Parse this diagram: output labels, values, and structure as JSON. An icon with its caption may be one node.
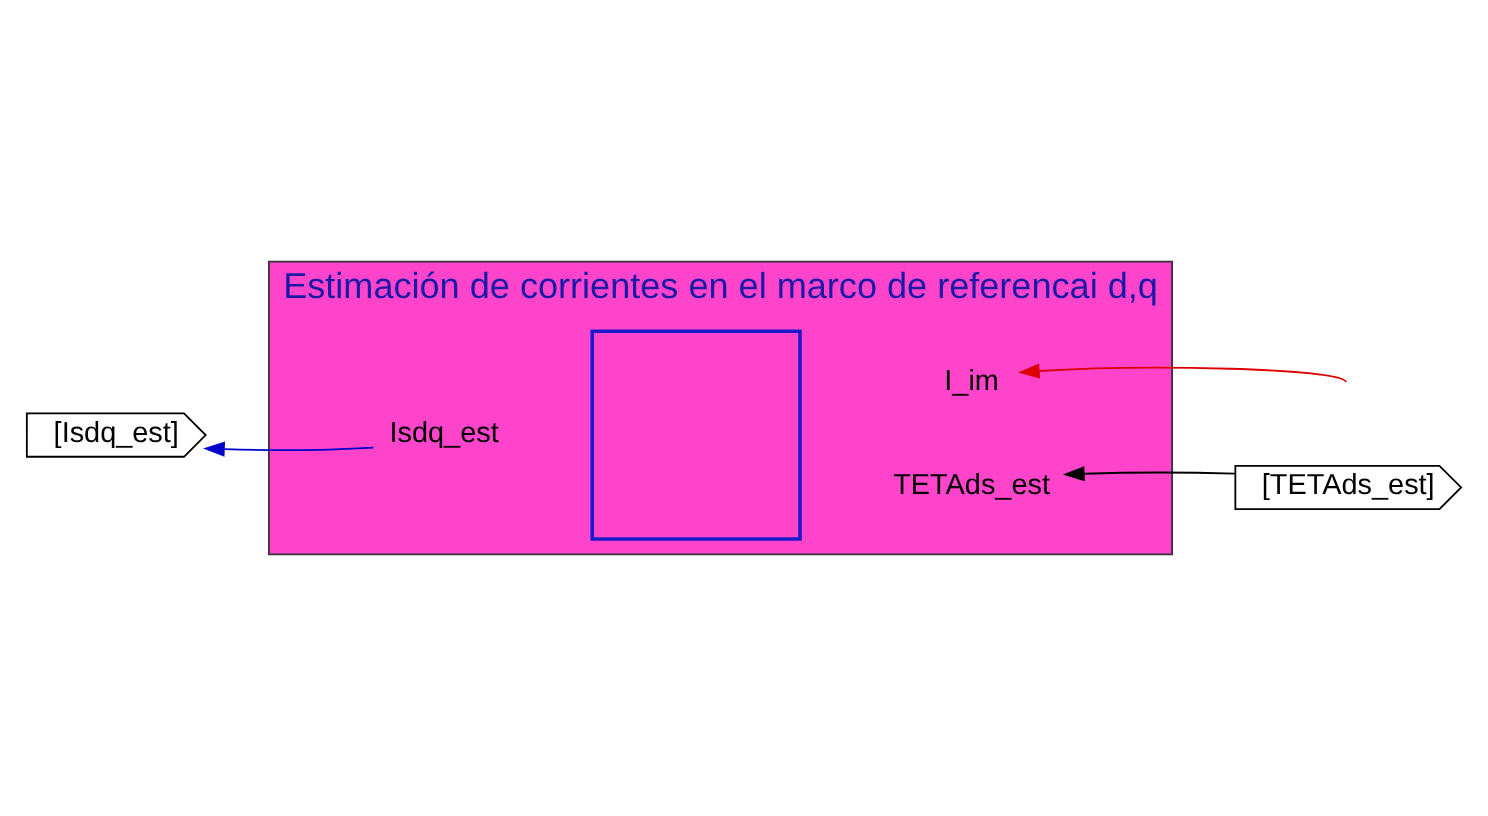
{
  "diagram": {
    "nodes": [
      {
        "text": [
          "Estimación de corrientes en el marco de referencai d,q"
        ]
      },
      {
        "text": [],
        "shape": "box",
        "in": 0
      },
      {
        "text": [
          "I_im"
        ],
        "in": 0
      },
      {
        "text": [
          "Isdq_est"
        ],
        "in": 0
      },
      {
        "text": [
          "TETAds_est"
        ],
        "in": 0
      },
      {
        "text": [
          "[Isdq_est]"
        ]
      },
      {
        "text": [
          "[TETAds_est]"
        ]
      }
    ],
    "edges": [
      {
        "from": null,
        "to": 2,
        "arrow": "to",
        "color": "#dd0000"
      },
      {
        "from": 3,
        "to": 5,
        "arrow": "to",
        "color": "#0000cc"
      },
      {
        "from": 6,
        "to": 4,
        "arrow": "to",
        "color": "#000000"
      }
    ]
  }
}
